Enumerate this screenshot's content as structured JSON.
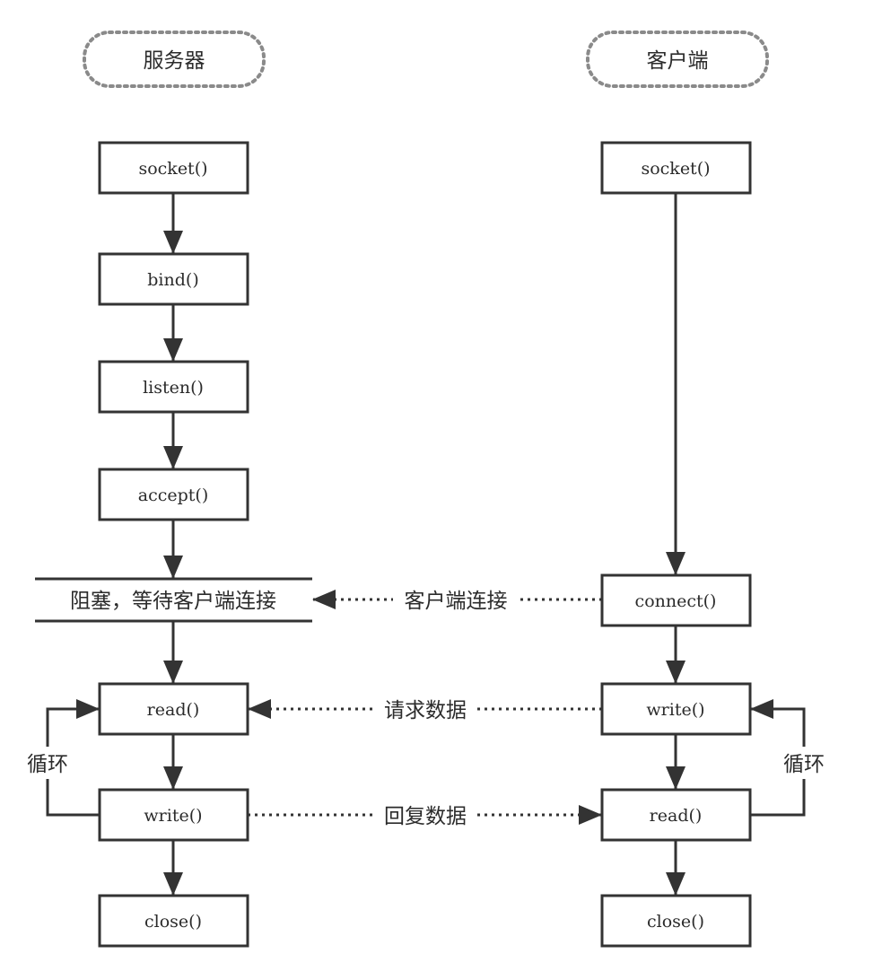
{
  "headers": {
    "server": "服务器",
    "client": "客户端"
  },
  "server_steps": {
    "socket": "socket()",
    "bind": "bind()",
    "listen": "listen()",
    "accept": "accept()",
    "blocking": "阻塞，等待客户端连接",
    "read": "read()",
    "write": "write()",
    "close": "close()"
  },
  "client_steps": {
    "socket": "socket()",
    "connect": "connect()",
    "write": "write()",
    "read": "read()",
    "close": "close()"
  },
  "messages": {
    "connect": "客户端连接",
    "request": "请求数据",
    "reply": "回复数据"
  },
  "loops": {
    "server": "循环",
    "client": "循环"
  },
  "colors": {
    "stroke": "#333333",
    "dotted_border": "#8a8a8a",
    "text": "#2b2b2b",
    "background": "#ffffff"
  }
}
